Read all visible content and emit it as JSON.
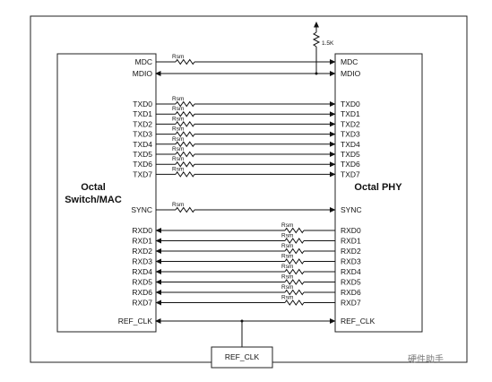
{
  "mac": {
    "name_line1": "Octal",
    "name_line2": "Switch/MAC"
  },
  "phy": {
    "name": "Octal PHY"
  },
  "resistor_label": "Rsm",
  "pullup_label": "1.5K",
  "mgmt": [
    {
      "left": "MDC",
      "right": "MDC",
      "resistor": true
    },
    {
      "left": "MDIO",
      "right": "MDIO",
      "resistor": false
    }
  ],
  "tx": [
    "TXD0",
    "TXD1",
    "TXD2",
    "TXD3",
    "TXD4",
    "TXD5",
    "TXD6",
    "TXD7"
  ],
  "sync": {
    "left": "SYNC",
    "right": "SYNC"
  },
  "rx": [
    "RXD0",
    "RXD1",
    "RXD2",
    "RXD3",
    "RXD4",
    "RXD5",
    "RXD6",
    "RXD7"
  ],
  "refclk": {
    "left": "REF_CLK",
    "right": "REF_CLK",
    "source": "REF_CLK"
  },
  "watermark": "硬件助手"
}
